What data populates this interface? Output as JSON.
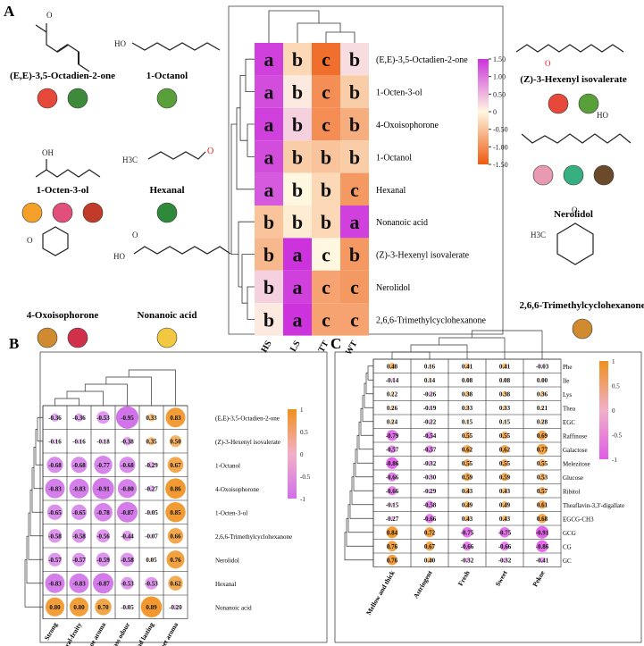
{
  "panels": {
    "A": "A",
    "B": "B",
    "C": "C"
  },
  "compounds_left": [
    {
      "name": "(E,E)-3,5-Octadien-2-one",
      "icons": [
        "apple-icon",
        "leaf-icon"
      ]
    },
    {
      "name": "1-Octanol",
      "icons": [
        "herb-leaf-icon"
      ]
    },
    {
      "name": "1-Octen-3-ol",
      "icons": [
        "orange-icon",
        "flower-icon",
        "mushroom-icon"
      ]
    },
    {
      "name": "Hexanal",
      "icons": [
        "clover-icon"
      ]
    },
    {
      "name": "4-Oxoisophorone",
      "icons": [
        "honey-jar-icon",
        "rose-icon"
      ]
    },
    {
      "name": "Nonanoic acid",
      "icons": [
        "cheese-icon"
      ]
    }
  ],
  "compounds_right": [
    {
      "name": "(Z)-3-Hexenyl isovalerate",
      "icons": [
        "apple-icon",
        "herb-leaf-icon"
      ]
    },
    {
      "name": "Nerolidol",
      "icons": [
        "blossom-icon",
        "green-tea-icon",
        "wood-icon"
      ]
    },
    {
      "name": "2,6,6-Trimethylcyclohexanone",
      "icons": [
        "honey-jar-icon"
      ]
    }
  ],
  "structure_labels": {
    "ketone_o": "O",
    "hydroxyl": "HO",
    "oh": "OH",
    "h3c": "H3C",
    "acid_ho": "HO",
    "acid_o": "O",
    "ester_o": "O"
  },
  "chart_data": [
    {
      "type": "heatmap",
      "title": "",
      "columns": [
        "HS",
        "LS",
        "TT",
        "WT"
      ],
      "rows": [
        "(E,E)-3,5-Octadien-2-one",
        "1-Octen-3-ol",
        "4-Oxoisophorone",
        "1-Octanol",
        "Hexanal",
        "Nonanoic acid",
        "(Z)-3-Hexenyl isovalerate",
        "Nerolidol",
        "2,6,6-Trimethylcyclohexanone"
      ],
      "values": [
        [
          1.4,
          -0.3,
          -1.3,
          0.2
        ],
        [
          1.3,
          0.1,
          -1.0,
          -0.4
        ],
        [
          1.4,
          0.3,
          -1.0,
          -0.7
        ],
        [
          1.3,
          -0.4,
          -0.5,
          -0.4
        ],
        [
          1.2,
          0.0,
          -0.3,
          -0.9
        ],
        [
          -0.5,
          -0.1,
          -0.3,
          1.4
        ],
        [
          -0.6,
          1.5,
          0.0,
          -0.9
        ],
        [
          0.3,
          1.4,
          -0.8,
          -0.9
        ],
        [
          0.1,
          1.5,
          -0.8,
          -0.8
        ]
      ],
      "letters": [
        [
          "a",
          "b",
          "c",
          "b"
        ],
        [
          "a",
          "b",
          "c",
          "b"
        ],
        [
          "a",
          "b",
          "c",
          "b"
        ],
        [
          "a",
          "b",
          "b",
          "b"
        ],
        [
          "a",
          "b",
          "b",
          "c"
        ],
        [
          "b",
          "b",
          "b",
          "a"
        ],
        [
          "b",
          "a",
          "c",
          "b"
        ],
        [
          "b",
          "a",
          "c",
          "c"
        ],
        [
          "b",
          "a",
          "c",
          "c"
        ]
      ],
      "colorbar": {
        "ticks": [
          1.5,
          1.0,
          0.5,
          0.0,
          -0.5,
          -1.0,
          -1.5
        ],
        "labels": [
          "1.50",
          "1.00",
          "0.50",
          "0",
          "-0.50",
          "-1.00",
          "-1.50"
        ],
        "high_color": "#cc33dd",
        "mid_color": "#fff7e0",
        "low_color": "#ee5a10"
      }
    },
    {
      "type": "heatmap",
      "title": "",
      "columns": [
        "Strong",
        "Floral-fruity",
        "Pekoe aroma",
        "Grass odour",
        "Fragrant and lasting",
        "Sweet aroma"
      ],
      "rows": [
        "(E,E)-3,5-Octadien-2-one",
        "(Z)-3-Hexenyl isovalerate",
        "1-Octanol",
        "4-Oxoisophorone",
        "1-Octen-3-ol",
        "2,6,6-Trimethylcyclohexanone",
        "Nerolidol",
        "Hexanal",
        "Nonanoic acid"
      ],
      "values": [
        [
          -0.36,
          -0.36,
          -0.53,
          -0.95,
          0.33,
          0.83
        ],
        [
          -0.16,
          -0.16,
          -0.18,
          -0.38,
          0.35,
          0.5
        ],
        [
          -0.68,
          -0.68,
          -0.77,
          -0.68,
          -0.29,
          0.67
        ],
        [
          -0.83,
          -0.83,
          -0.91,
          -0.8,
          -0.27,
          0.86
        ],
        [
          -0.65,
          -0.65,
          -0.78,
          -0.87,
          -0.05,
          0.85
        ],
        [
          -0.58,
          -0.58,
          -0.56,
          -0.44,
          -0.07,
          0.66
        ],
        [
          -0.57,
          -0.57,
          -0.59,
          -0.58,
          0.05,
          0.76
        ],
        [
          -0.83,
          -0.83,
          -0.87,
          -0.53,
          -0.53,
          0.62
        ],
        [
          0.8,
          0.8,
          0.7,
          -0.05,
          0.89,
          -0.2
        ]
      ],
      "colorbar": {
        "ticks": [
          1,
          0.5,
          0,
          -0.5,
          -1
        ],
        "labels": [
          "1",
          "0.5",
          "0",
          "-0.5",
          "-1"
        ],
        "high_color": "#f0901e",
        "low_color": "#d070e8"
      }
    },
    {
      "type": "heatmap",
      "title": "",
      "columns": [
        "Mellow and thick",
        "Astringent",
        "Fresh",
        "Sweet",
        "Pekoe"
      ],
      "rows": [
        "Phe",
        "Ile",
        "Lys",
        "Thea",
        "EGC",
        "Raffinose",
        "Galactose",
        "Melezitose",
        "Glucose",
        "Ribitol",
        "Theaflavin-3,3'-digallate",
        "EGCG-CH3",
        "GCG",
        "CG",
        "GC"
      ],
      "values": [
        [
          0.48,
          0.16,
          0.41,
          0.41,
          -0.03
        ],
        [
          -0.14,
          0.14,
          0.08,
          0.08,
          0.0
        ],
        [
          0.22,
          -0.26,
          0.38,
          0.38,
          0.36
        ],
        [
          0.26,
          -0.19,
          0.33,
          0.33,
          0.21
        ],
        [
          0.24,
          -0.22,
          0.15,
          0.15,
          0.28
        ],
        [
          -0.79,
          -0.54,
          0.55,
          0.55,
          0.69
        ],
        [
          -0.57,
          -0.57,
          0.62,
          0.62,
          0.77
        ],
        [
          -0.86,
          -0.32,
          0.55,
          0.55,
          0.55
        ],
        [
          -0.66,
          -0.3,
          0.59,
          0.59,
          0.53
        ],
        [
          -0.66,
          -0.29,
          0.43,
          0.43,
          0.57
        ],
        [
          -0.15,
          -0.58,
          0.49,
          0.49,
          0.61
        ],
        [
          -0.27,
          -0.66,
          0.43,
          0.43,
          0.68
        ],
        [
          0.84,
          0.72,
          -0.75,
          -0.75,
          -0.91
        ],
        [
          0.76,
          0.67,
          -0.66,
          -0.66,
          -0.86
        ],
        [
          0.76,
          0.4,
          -0.32,
          -0.32,
          -0.41
        ]
      ],
      "colorbar": {
        "ticks": [
          1,
          0.5,
          0,
          -0.5,
          -1
        ],
        "labels": [
          "1",
          "0.5",
          "0",
          "-0.5",
          "-1"
        ],
        "high_color": "#f0901e",
        "low_color": "#e05ae8"
      }
    }
  ]
}
